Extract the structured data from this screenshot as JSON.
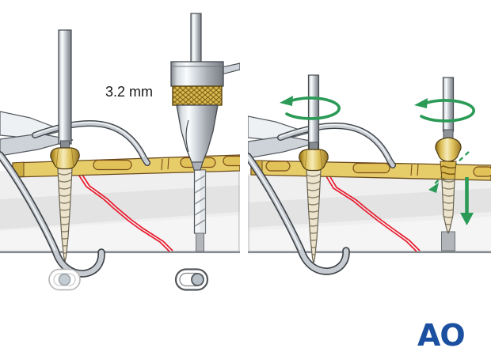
{
  "figure": {
    "type": "surgical-technique-illustration",
    "panels": {
      "left": {
        "name": "drilling-gliding-hole-with-drill-guide",
        "drill_diameter_label": "3.2 mm",
        "components": [
          "reduction-forceps",
          "screwdriver",
          "inserted-cortex-screw",
          "plate",
          "fracture-line",
          "drill-sleeve",
          "drill-bit",
          "screw-hole-neutral-icon",
          "screw-hole-eccentric-icon"
        ]
      },
      "right": {
        "name": "inserting-second-screw",
        "components": [
          "reduction-forceps",
          "screwdriver-on-first-screw",
          "screwdriver-on-second-screw",
          "plate",
          "fracture-line",
          "rotation-arrow-left",
          "rotation-arrow-right",
          "oblique-compression-arrow",
          "downward-insertion-arrow"
        ]
      }
    },
    "logo": {
      "text": "AO",
      "color": "#1b4fa0"
    },
    "colors": {
      "background": "#ffffff",
      "plate_gold": "#e6cd69",
      "plate_outline": "#6b4a1e",
      "screw_head_gold": "#d9b94f",
      "screw_shank_beige": "#ece4cd",
      "bone_gray": "#efefef",
      "bone_edge": "#868b90",
      "fracture_red": "#e8192c",
      "arrow_green": "#2a9a56",
      "metal_gray": "#c6ccd2",
      "outline_dark": "#3f4449"
    }
  }
}
